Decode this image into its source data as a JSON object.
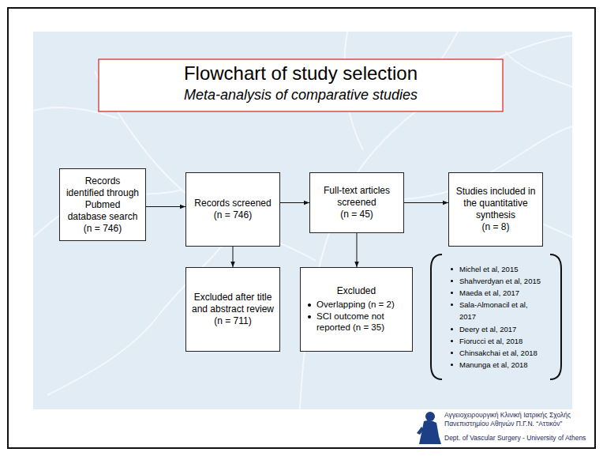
{
  "diagram": {
    "title": "Flowchart of study selection",
    "nodes": [
      {
        "text": [
          "Records identified through Pubmed database search",
          "(n = 746)"
        ]
      },
      {
        "text": [
          "Records screened",
          "(n = 746)"
        ]
      },
      {
        "text": [
          "Full-text articles screened",
          "(n = 45)"
        ]
      },
      {
        "text": [
          "Studies included in the quantitative synthesis",
          "(n = 8)"
        ]
      },
      {
        "text": [
          "Excluded after title and abstract review",
          "(n = 711)"
        ]
      },
      {
        "text": [
          "Excluded",
          "Overlapping (n = 2)",
          "SCI outcome not reported (n = 35)"
        ]
      },
      {
        "text": [
          "Michel et al, 2015",
          "Shahverdyan et al, 2015",
          "Maeda et al, 2017",
          "Sala-Almonacil et al, 2017",
          "Deery et al, 2017",
          "Fiorucci et al, 2018",
          "Chinsakchai et al, 2018",
          "Manunga et al, 2018"
        ]
      }
    ],
    "edges": [
      {
        "from": 0,
        "to": 1,
        "arrow": "to"
      },
      {
        "from": 1,
        "to": 2,
        "arrow": "to"
      },
      {
        "from": 2,
        "to": 3,
        "arrow": "to"
      },
      {
        "from": 1,
        "to": 4,
        "arrow": "to"
      },
      {
        "from": 2,
        "to": 5,
        "arrow": "to"
      }
    ],
    "labels": [
      "Meta-analysis of comparative studies",
      "Αγγειοχειρουργική Κλινική Ιατρικής Σχολής Πανεπιστημίου Αθηνών Π.Γ.Ν. “Αττικόν”",
      "Dept. of Vascular Surgery - University of Athens"
    ]
  }
}
